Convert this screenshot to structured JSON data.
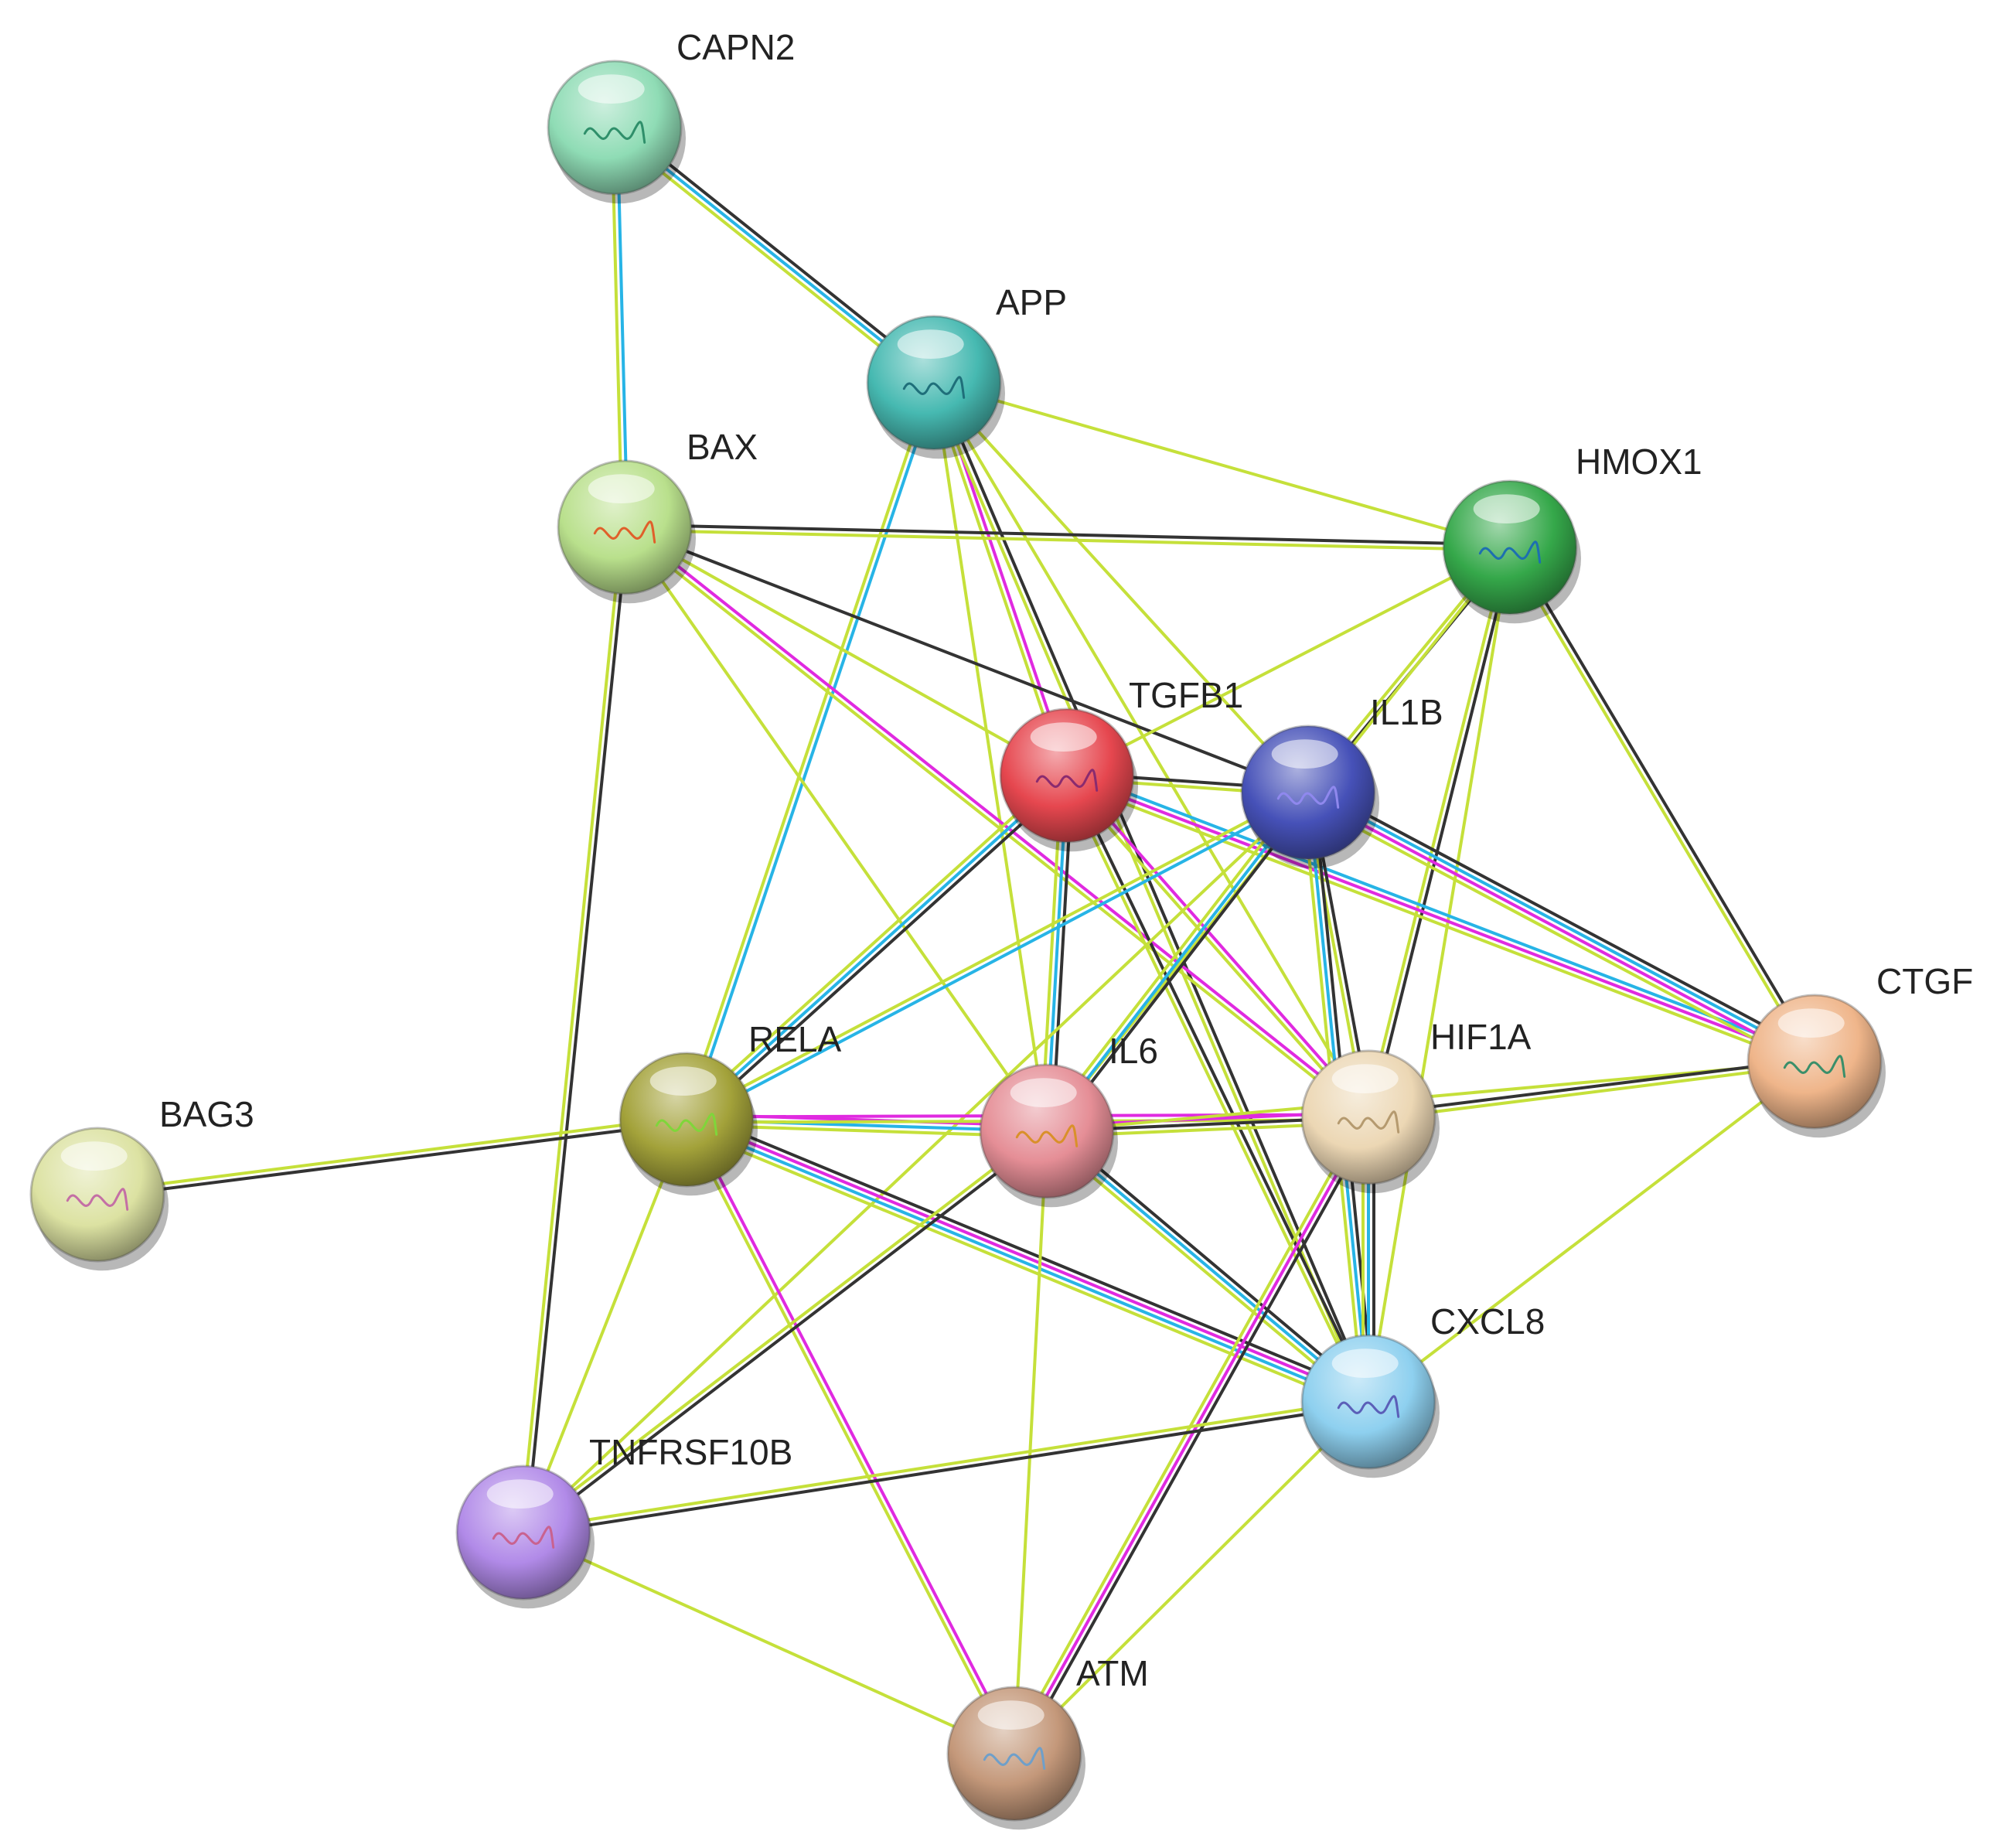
{
  "network": {
    "nodes": [
      {
        "id": "CAPN2",
        "label": "CAPN2",
        "color": "#8fdcb5",
        "structure_color": "#2f8f6a"
      },
      {
        "id": "APP",
        "label": "APP",
        "color": "#46b9b1",
        "structure_color": "#1f6f7a"
      },
      {
        "id": "BAX",
        "label": "BAX",
        "color": "#b9e08c",
        "structure_color": "#e0602a"
      },
      {
        "id": "HMOX1",
        "label": "HMOX1",
        "color": "#35a84a",
        "structure_color": "#1d6fb0"
      },
      {
        "id": "TGFB1",
        "label": "TGFB1",
        "color": "#e6474f",
        "structure_color": "#8a2b6f"
      },
      {
        "id": "IL1B",
        "label": "IL1B",
        "color": "#4651b8",
        "structure_color": "#8f88ee"
      },
      {
        "id": "CTGF",
        "label": "CTGF",
        "color": "#efb58a",
        "structure_color": "#3a8f6a"
      },
      {
        "id": "RELA",
        "label": "RELA",
        "color": "#a3a23a",
        "structure_color": "#7fd63a"
      },
      {
        "id": "IL6",
        "label": "IL6",
        "color": "#e58e96",
        "structure_color": "#d9902a"
      },
      {
        "id": "HIF1A",
        "label": "HIF1A",
        "color": "#ecd7b4",
        "structure_color": "#b59a6f"
      },
      {
        "id": "BAG3",
        "label": "BAG3",
        "color": "#dce2a2",
        "structure_color": "#c46fa5"
      },
      {
        "id": "CXCL8",
        "label": "CXCL8",
        "color": "#8ed0ef",
        "structure_color": "#5b5fb8"
      },
      {
        "id": "TNFRSF10B",
        "label": "TNFRSF10B",
        "color": "#b18ae8",
        "structure_color": "#c9628f"
      },
      {
        "id": "ATM",
        "label": "ATM",
        "color": "#c4987a",
        "structure_color": "#6f9fc9"
      }
    ],
    "edge_colors": {
      "textmining": "#c5e03a",
      "coexpression": "#333333",
      "database": "#27b4e6",
      "experiment": "#e02ae0",
      "neighborhood": "#2f8f2f"
    },
    "edges": [
      {
        "from": "CAPN2",
        "to": "APP",
        "types": [
          "coexpression",
          "database",
          "textmining"
        ]
      },
      {
        "from": "CAPN2",
        "to": "BAX",
        "types": [
          "database",
          "textmining"
        ]
      },
      {
        "from": "APP",
        "to": "HMOX1",
        "types": [
          "textmining"
        ]
      },
      {
        "from": "APP",
        "to": "TGFB1",
        "types": [
          "experiment",
          "textmining"
        ]
      },
      {
        "from": "APP",
        "to": "RELA",
        "types": [
          "database",
          "textmining"
        ]
      },
      {
        "from": "APP",
        "to": "IL6",
        "types": [
          "textmining"
        ]
      },
      {
        "from": "APP",
        "to": "IL1B",
        "types": [
          "textmining"
        ]
      },
      {
        "from": "APP",
        "to": "HIF1A",
        "types": [
          "textmining"
        ]
      },
      {
        "from": "APP",
        "to": "CXCL8",
        "types": [
          "coexpression",
          "textmining"
        ]
      },
      {
        "from": "BAX",
        "to": "HMOX1",
        "types": [
          "coexpression",
          "textmining"
        ]
      },
      {
        "from": "BAX",
        "to": "IL1B",
        "types": [
          "coexpression"
        ]
      },
      {
        "from": "BAX",
        "to": "TGFB1",
        "types": [
          "textmining"
        ]
      },
      {
        "from": "BAX",
        "to": "HIF1A",
        "types": [
          "experiment",
          "textmining"
        ]
      },
      {
        "from": "BAX",
        "to": "IL6",
        "types": [
          "textmining"
        ]
      },
      {
        "from": "BAX",
        "to": "TNFRSF10B",
        "types": [
          "coexpression",
          "textmining"
        ]
      },
      {
        "from": "HMOX1",
        "to": "TGFB1",
        "types": [
          "textmining"
        ]
      },
      {
        "from": "HMOX1",
        "to": "IL1B",
        "types": [
          "coexpression",
          "textmining"
        ]
      },
      {
        "from": "HMOX1",
        "to": "HIF1A",
        "types": [
          "coexpression",
          "textmining"
        ]
      },
      {
        "from": "HMOX1",
        "to": "CTGF",
        "types": [
          "coexpression",
          "textmining"
        ]
      },
      {
        "from": "HMOX1",
        "to": "IL6",
        "types": [
          "textmining"
        ]
      },
      {
        "from": "HMOX1",
        "to": "CXCL8",
        "types": [
          "textmining"
        ]
      },
      {
        "from": "TGFB1",
        "to": "IL1B",
        "types": [
          "coexpression",
          "textmining"
        ]
      },
      {
        "from": "TGFB1",
        "to": "RELA",
        "types": [
          "coexpression",
          "database",
          "textmining"
        ]
      },
      {
        "from": "TGFB1",
        "to": "IL6",
        "types": [
          "coexpression",
          "database",
          "textmining"
        ]
      },
      {
        "from": "TGFB1",
        "to": "HIF1A",
        "types": [
          "experiment",
          "textmining"
        ]
      },
      {
        "from": "TGFB1",
        "to": "CTGF",
        "types": [
          "database",
          "experiment",
          "textmining"
        ]
      },
      {
        "from": "TGFB1",
        "to": "CXCL8",
        "types": [
          "coexpression",
          "textmining"
        ]
      },
      {
        "from": "IL1B",
        "to": "RELA",
        "types": [
          "database",
          "textmining"
        ]
      },
      {
        "from": "IL1B",
        "to": "IL6",
        "types": [
          "coexpression",
          "database",
          "textmining"
        ]
      },
      {
        "from": "IL1B",
        "to": "HIF1A",
        "types": [
          "coexpression",
          "textmining"
        ]
      },
      {
        "from": "IL1B",
        "to": "CTGF",
        "types": [
          "coexpression",
          "database",
          "experiment",
          "textmining"
        ]
      },
      {
        "from": "IL1B",
        "to": "CXCL8",
        "types": [
          "coexpression",
          "database",
          "textmining"
        ]
      },
      {
        "from": "IL1B",
        "to": "TNFRSF10B",
        "types": [
          "textmining"
        ]
      },
      {
        "from": "RELA",
        "to": "BAG3",
        "types": [
          "coexpression",
          "textmining"
        ]
      },
      {
        "from": "RELA",
        "to": "IL6",
        "types": [
          "experiment",
          "database",
          "textmining"
        ]
      },
      {
        "from": "RELA",
        "to": "HIF1A",
        "types": [
          "experiment",
          "textmining"
        ]
      },
      {
        "from": "RELA",
        "to": "CXCL8",
        "types": [
          "coexpression",
          "experiment",
          "database",
          "textmining"
        ]
      },
      {
        "from": "RELA",
        "to": "TNFRSF10B",
        "types": [
          "textmining"
        ]
      },
      {
        "from": "RELA",
        "to": "ATM",
        "types": [
          "experiment",
          "textmining"
        ]
      },
      {
        "from": "IL6",
        "to": "HIF1A",
        "types": [
          "experiment",
          "coexpression",
          "textmining"
        ]
      },
      {
        "from": "IL6",
        "to": "CXCL8",
        "types": [
          "coexpression",
          "database",
          "textmining"
        ]
      },
      {
        "from": "IL6",
        "to": "TNFRSF10B",
        "types": [
          "coexpression",
          "textmining"
        ]
      },
      {
        "from": "IL6",
        "to": "ATM",
        "types": [
          "textmining"
        ]
      },
      {
        "from": "IL6",
        "to": "CTGF",
        "types": [
          "textmining"
        ]
      },
      {
        "from": "HIF1A",
        "to": "CTGF",
        "types": [
          "coexpression",
          "textmining"
        ]
      },
      {
        "from": "HIF1A",
        "to": "CXCL8",
        "types": [
          "coexpression",
          "database",
          "textmining"
        ]
      },
      {
        "from": "HIF1A",
        "to": "ATM",
        "types": [
          "coexpression",
          "experiment",
          "textmining"
        ]
      },
      {
        "from": "CTGF",
        "to": "CXCL8",
        "types": [
          "textmining"
        ]
      },
      {
        "from": "CXCL8",
        "to": "TNFRSF10B",
        "types": [
          "coexpression",
          "textmining"
        ]
      },
      {
        "from": "CXCL8",
        "to": "ATM",
        "types": [
          "textmining"
        ]
      },
      {
        "from": "TNFRSF10B",
        "to": "ATM",
        "types": [
          "textmining"
        ]
      }
    ]
  }
}
